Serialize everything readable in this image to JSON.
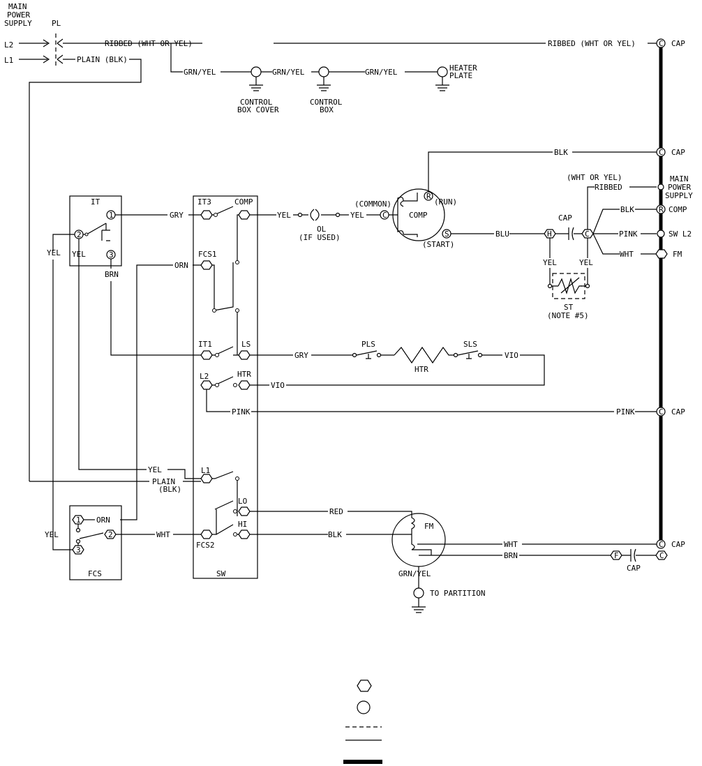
{
  "top": {
    "main_power_supply": [
      "MAIN",
      "POWER",
      "SUPPLY"
    ],
    "pl": "PL",
    "l2": "L2",
    "l1": "L1",
    "ribbed_left": "RIBBED (WHT OR YEL)",
    "ribbed_right": "RIBBED (WHT OR YEL)",
    "plain_blk": "PLAIN (BLK)",
    "cap": "CAP",
    "grn_yel": "GRN/YEL",
    "control_box_cover": [
      "CONTROL",
      "BOX COVER"
    ],
    "control_box": [
      "CONTROL",
      "BOX"
    ],
    "heater_plate": [
      "HEATER",
      "PLATE"
    ]
  },
  "it": {
    "title": "IT",
    "t1": "1",
    "t2": "2",
    "t3": "3",
    "yel_inner": "YEL",
    "yel_outer": "YEL",
    "brn": "BRN",
    "gry": "GRY"
  },
  "sw": {
    "title": "SW",
    "it3": "IT3",
    "comp": "COMP",
    "fcs1": "FCS1",
    "it1": "IT1",
    "ls": "LS",
    "l2": "L2",
    "htr": "HTR",
    "l1": "L1",
    "lo": "LO",
    "hi": "HI",
    "fcs2": "FCS2",
    "orn": "ORN"
  },
  "comp": {
    "yel1": "YEL",
    "ol": "OL",
    "if_used": "(IF USED)",
    "yel2": "YEL",
    "common": "(COMMON)",
    "c": "C",
    "label": "COMP",
    "r": "R",
    "run": "(RUN)",
    "s": "S",
    "start": "(START)",
    "blk": "BLK",
    "blu": "BLU",
    "cap": "CAP"
  },
  "cap_right": {
    "wht_or_yel": "(WHT OR YEL)",
    "ribbed": "RIBBED",
    "main_power_supply": [
      "MAIN",
      "POWER",
      "SUPPLY"
    ],
    "blk": "BLK",
    "r": "R",
    "comp": "COMP",
    "pink": "PINK",
    "sw_l2": "SW L2",
    "wht": "WHT",
    "fm": "FM",
    "h": "H",
    "c": "C",
    "yel_left": "YEL",
    "yel_right": "YEL",
    "st": "ST",
    "note": "(NOTE #5)"
  },
  "heater": {
    "gry": "GRY",
    "pls": "PLS",
    "htr": "HTR",
    "sls": "SLS",
    "vio1": "VIO",
    "vio2": "VIO",
    "pink": "PINK",
    "pink_right": "PINK",
    "cap": "CAP"
  },
  "lower": {
    "yel": "YEL",
    "plain": "PLAIN",
    "blk": "(BLK)",
    "red": "RED",
    "blk2": "BLK",
    "wht": "WHT",
    "orn": "ORN",
    "yel_fcs": "YEL",
    "fcs": "FCS",
    "f1": "1",
    "f2": "2",
    "f3": "3",
    "fm": "FM",
    "wht2": "WHT",
    "brn": "BRN",
    "cap": "CAP",
    "f": "F",
    "c": "C",
    "cap2": "CAP",
    "grn_yel": "GRN/YEL",
    "to_partition": "TO PARTITION"
  }
}
